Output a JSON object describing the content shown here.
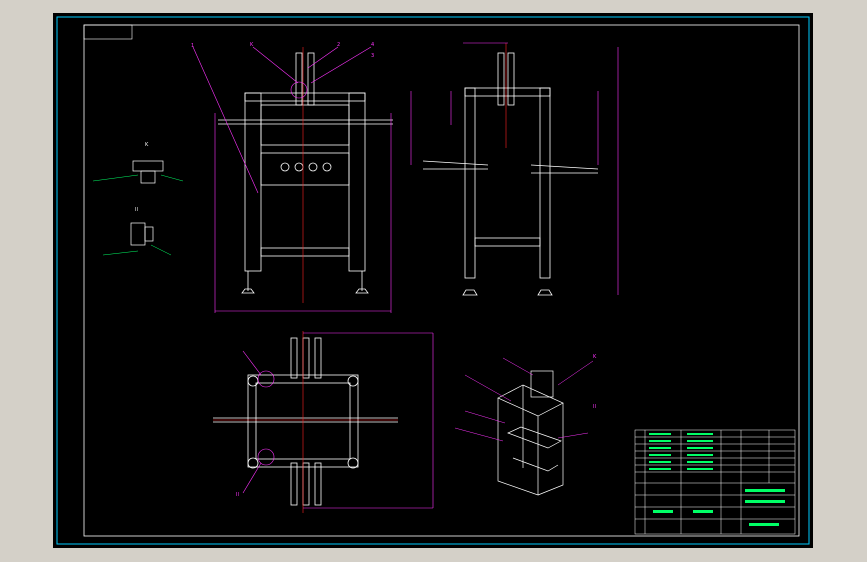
{
  "drawing": {
    "background": "#000000",
    "frame_color": "#00ccff",
    "outline_color": "#ffffff",
    "dimension_color": "#ff33ff",
    "centerline_color": "#ff2222",
    "annotation_color": "#00ff66"
  },
  "views": {
    "front": {
      "label": "1"
    },
    "side": {},
    "top": {},
    "isometric": {}
  },
  "callouts": {
    "k": "K",
    "two": "2",
    "three": "3",
    "four": "4",
    "one": "1",
    "detail_k": "K",
    "detail_i": "II",
    "iso_k": "K",
    "iso_i": "II",
    "top_i": "II"
  },
  "title_block": {
    "rows": 8,
    "cols": 6
  }
}
